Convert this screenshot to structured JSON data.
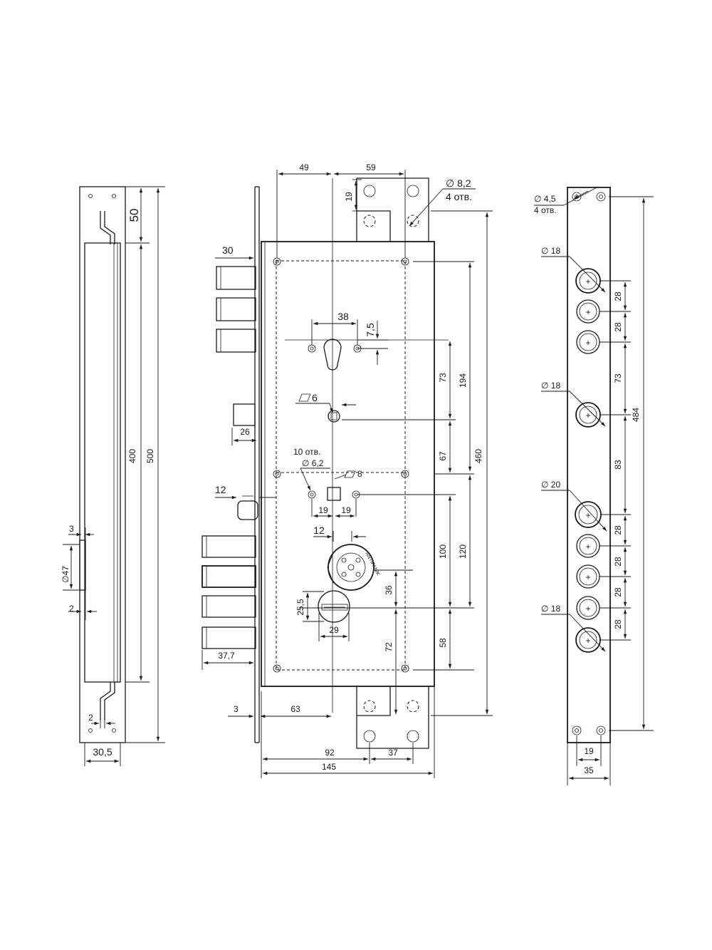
{
  "dims": {
    "a50": "50",
    "a400": "400",
    "a500": "500",
    "a3": "3",
    "a47": "∅47",
    "a2": "2",
    "a2b": "2",
    "a30_5": "30,5",
    "b49": "49",
    "b59": "59",
    "b19": "19",
    "b8_2": "∅ 8,2",
    "b4holes": "4 отв.",
    "b30": "30",
    "b38": "38",
    "b7_5": "7,5",
    "b6": "6",
    "b73": "73",
    "b194": "194",
    "b26": "26",
    "b10holes": "10 отв.",
    "b6_2": "∅ 6,2",
    "b8": "8",
    "b67": "67",
    "b460": "460",
    "b12": "12",
    "b19l": "19",
    "b19r": "19",
    "b12b": "12",
    "b100": "100",
    "b120": "120",
    "b36": "36",
    "b25_5": "25,5",
    "b29": "29",
    "b58": "58",
    "b72": "72",
    "b37_7": "37,7",
    "b3": "3",
    "b63": "63",
    "b92": "92",
    "b37": "37",
    "b145": "145",
    "c4_5": "∅ 4,5",
    "c4holes": "4 отв.",
    "c18a": "∅ 18",
    "c28a": "28",
    "c28b": "28",
    "c18b": "∅ 18",
    "c73": "73",
    "c484": "484",
    "c83": "83",
    "c20": "∅ 20",
    "c28c": "28",
    "c28d": "28",
    "c28e": "28",
    "c18c": "∅ 18",
    "c28f": "28",
    "c19": "19",
    "c35": "35"
  },
  "engraving": "ANTIPANIK"
}
